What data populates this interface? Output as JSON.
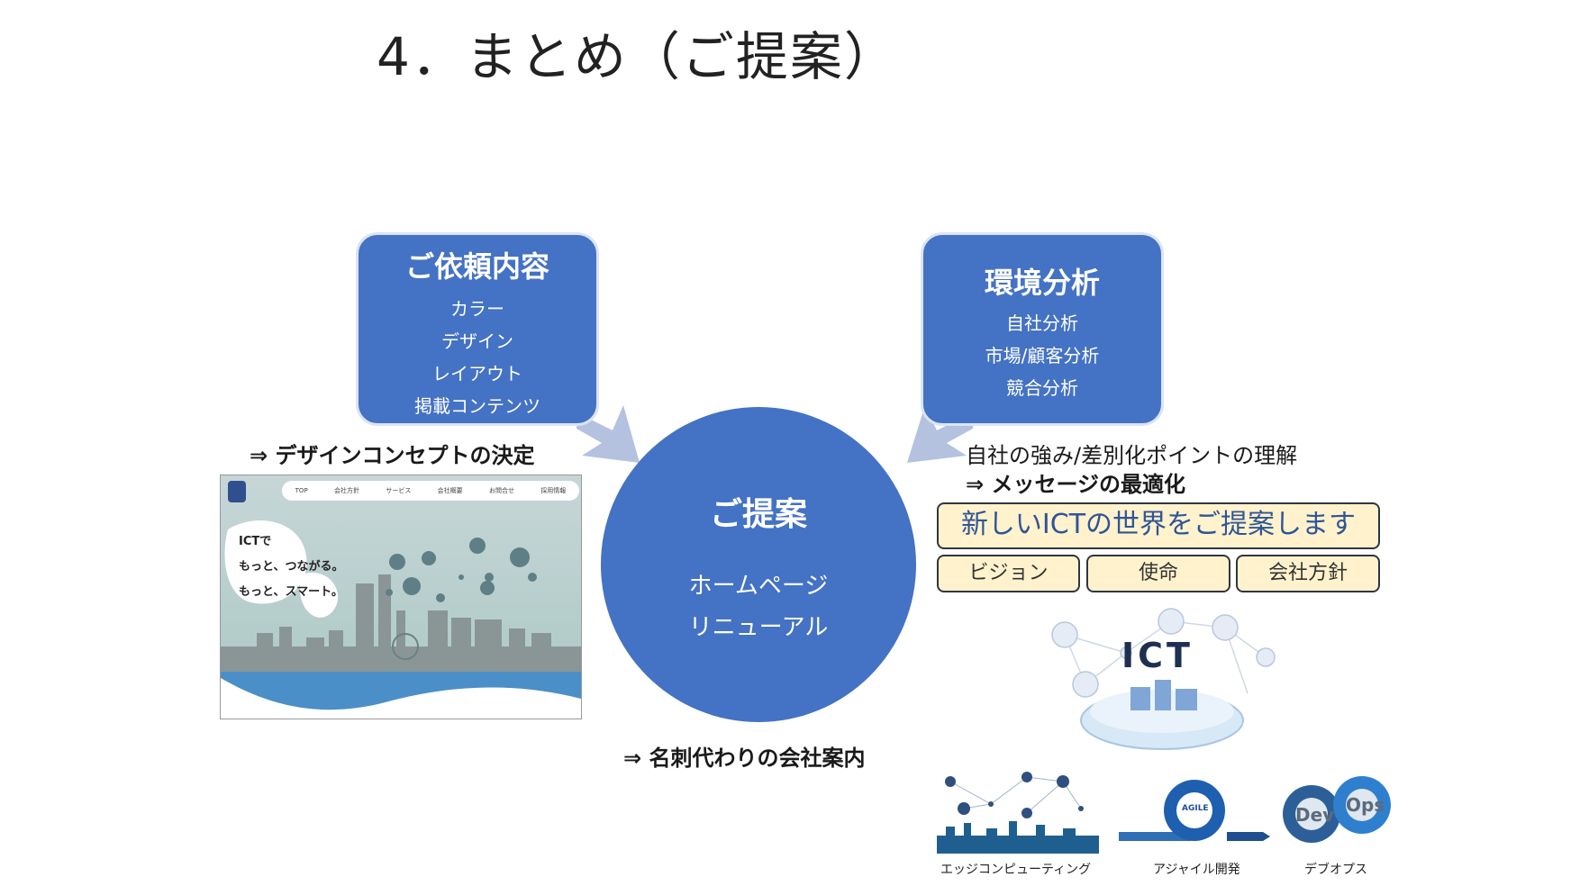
{
  "title": "4．まとめ（ご提案）",
  "request_box": {
    "title": "ご依頼内容",
    "items": [
      "カラー",
      "デザイン",
      "レイアウト",
      "掲載コンテンツ"
    ]
  },
  "env_box": {
    "title": "環境分析",
    "items": [
      "自社分析",
      "市場/顧客分析",
      "競合分析"
    ]
  },
  "center": {
    "title": "ご提案",
    "items": [
      "ホームページ",
      "リニューアル"
    ]
  },
  "notes": {
    "design_concept": "⇒ デザインコンセプトの決定",
    "strength": "自社の強み/差別化ポイントの理解",
    "message": "⇒ メッセージの最適化",
    "business_card": "⇒ 名刺代わりの会社案内"
  },
  "message_boxes": {
    "main": "新しいICTの世界をご提案します",
    "items": [
      "ビジョン",
      "使命",
      "会社方針"
    ]
  },
  "site_mock": {
    "nav": [
      "TOP",
      "会社方針",
      "サービス",
      "会社概要",
      "お問合せ",
      "採用情報"
    ],
    "lines": [
      "ICTで",
      "もっと、つながる。",
      "もっと、スマート。"
    ]
  },
  "ict_label": "ICT",
  "thumbs": {
    "edge": "エッジコンピューティング",
    "agile": "アジャイル開発",
    "devops": "デブオプス",
    "agile_badge": "AGILE",
    "dev": "Dev",
    "ops": "Ops"
  },
  "colors": {
    "blue": "#4472c4",
    "yellow": "#fff2cc",
    "arrow": "#b4c2e0"
  }
}
